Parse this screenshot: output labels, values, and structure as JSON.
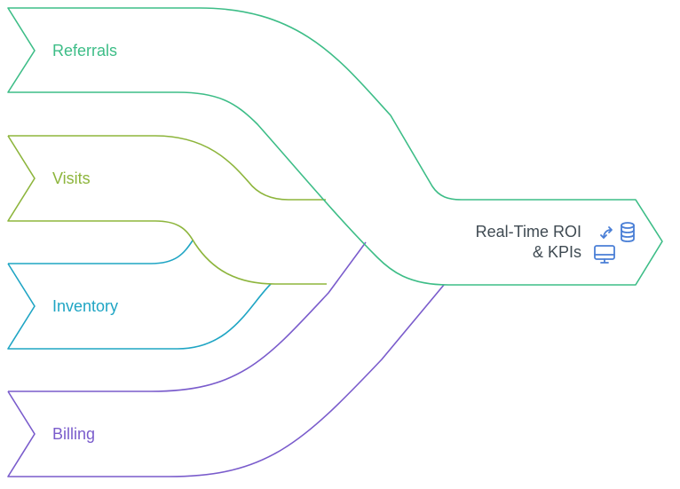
{
  "sources": [
    {
      "id": "referrals",
      "label": "Referrals",
      "color": "#3dbd87"
    },
    {
      "id": "visits",
      "label": "Visits",
      "color": "#8db53c"
    },
    {
      "id": "inventory",
      "label": "Inventory",
      "color": "#1fa5c4"
    },
    {
      "id": "billing",
      "label": "Billing",
      "color": "#7a5ccc"
    }
  ],
  "target": {
    "line1": "Real-Time ROI",
    "line2": "& KPIs",
    "color": "#3dbd87",
    "icon": "dashboard-sync-database-icon",
    "icon_color": "#4a7fd6"
  }
}
